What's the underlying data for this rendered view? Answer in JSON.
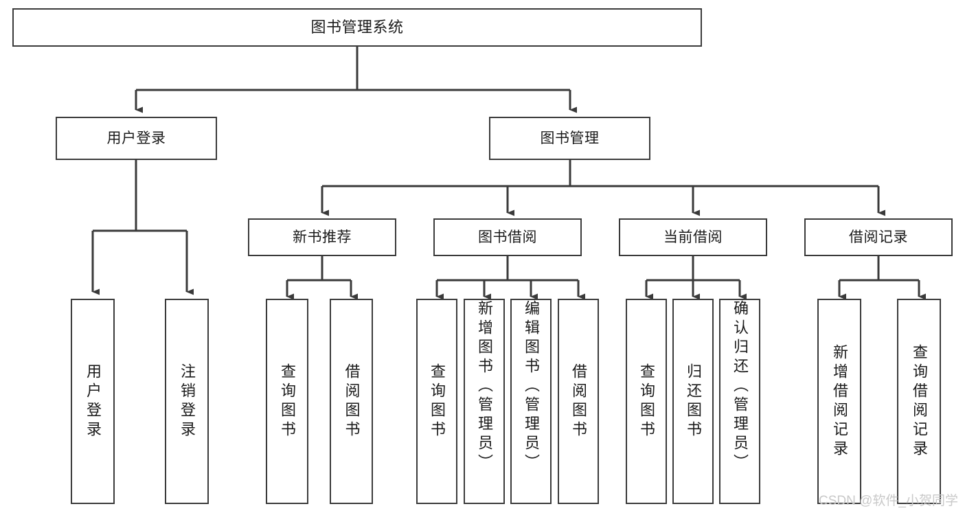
{
  "diagram": {
    "type": "tree-hierarchy",
    "title": "图书管理系统",
    "watermark": "CSDN @软件_小贺同学",
    "colors": {
      "box_border": "#3a3a3a",
      "box_fill": "#ffffff",
      "edge": "#3a3a3a",
      "text": "#1a1a1a",
      "watermark": "#c9c9c9",
      "background": "#ffffff"
    },
    "levels": {
      "level1": [
        {
          "id": "root",
          "label": "图书管理系统",
          "orientation": "horizontal"
        }
      ],
      "level2": [
        {
          "id": "user-login",
          "label": "用户登录",
          "orientation": "horizontal",
          "parent": "root"
        },
        {
          "id": "book-manage",
          "label": "图书管理",
          "orientation": "horizontal",
          "parent": "root"
        }
      ],
      "level3": [
        {
          "id": "new-book-rec",
          "label": "新书推荐",
          "orientation": "horizontal",
          "parent": "book-manage"
        },
        {
          "id": "book-borrow",
          "label": "图书借阅",
          "orientation": "horizontal",
          "parent": "book-manage"
        },
        {
          "id": "current-borrow",
          "label": "当前借阅",
          "orientation": "horizontal",
          "parent": "book-manage"
        },
        {
          "id": "borrow-record",
          "label": "借阅记录",
          "orientation": "horizontal",
          "parent": "book-manage"
        }
      ],
      "leaves": [
        {
          "id": "leaf-user-login",
          "label": "用户登录",
          "parent": "user-login",
          "align": "center"
        },
        {
          "id": "leaf-user-logout",
          "label": "注销登录",
          "parent": "user-login",
          "align": "center"
        },
        {
          "id": "leaf-query-book-1",
          "label": "查询图书",
          "parent": "new-book-rec",
          "align": "center"
        },
        {
          "id": "leaf-borrow-book-1",
          "label": "借阅图书",
          "parent": "new-book-rec",
          "align": "center"
        },
        {
          "id": "leaf-query-book-2",
          "label": "查询图书",
          "parent": "book-borrow",
          "align": "center"
        },
        {
          "id": "leaf-add-book",
          "label": "新增图书（管理员）",
          "parent": "book-borrow",
          "align": "top"
        },
        {
          "id": "leaf-edit-book",
          "label": "编辑图书（管理员）",
          "parent": "book-borrow",
          "align": "top"
        },
        {
          "id": "leaf-borrow-book-2",
          "label": "借阅图书",
          "parent": "book-borrow",
          "align": "center"
        },
        {
          "id": "leaf-query-book-3",
          "label": "查询图书",
          "parent": "current-borrow",
          "align": "center"
        },
        {
          "id": "leaf-return-book",
          "label": "归还图书",
          "parent": "current-borrow",
          "align": "center"
        },
        {
          "id": "leaf-confirm-return",
          "label": "确认归还（管理员）",
          "parent": "current-borrow",
          "align": "top"
        },
        {
          "id": "leaf-add-record",
          "label": "新增借阅记录",
          "parent": "borrow-record",
          "align": "center"
        },
        {
          "id": "leaf-query-record",
          "label": "查询借阅记录",
          "parent": "borrow-record",
          "align": "center"
        }
      ]
    }
  }
}
